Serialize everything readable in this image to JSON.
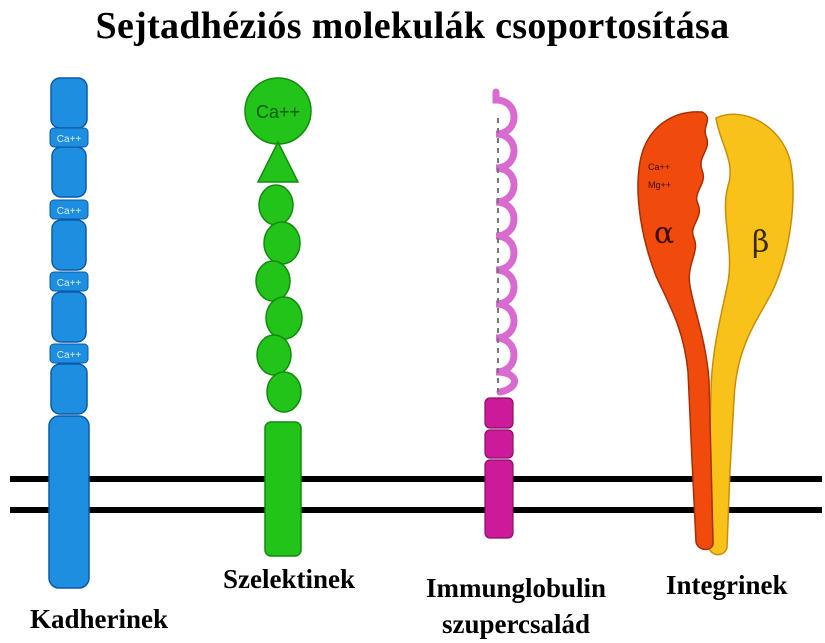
{
  "title": "Sejtadhéziós molekulák csoportosítása",
  "labels": {
    "kadherinek": "Kadherinek",
    "szelektinek": "Szelektinek",
    "immunglobulin_line1": "Immunglobulin",
    "immunglobulin_line2": "szupercsalád",
    "integrinek": "Integrinek"
  },
  "glyphs": {
    "cadherin_ion": "Ca++",
    "selectin_ion": "Ca++",
    "integrin_ion1": "Ca++",
    "integrin_ion2": "Mg++",
    "alpha": "α",
    "beta": "β"
  },
  "colors": {
    "cadherin": "#1e8fe0",
    "selectin": "#22c41a",
    "immunoglobulin": "#cc1a9a",
    "immunoglobulin_loops": "#d86ad0",
    "integrin_alpha": "#f04a0c",
    "integrin_beta": "#f8c21a",
    "membrane": "#000000"
  }
}
